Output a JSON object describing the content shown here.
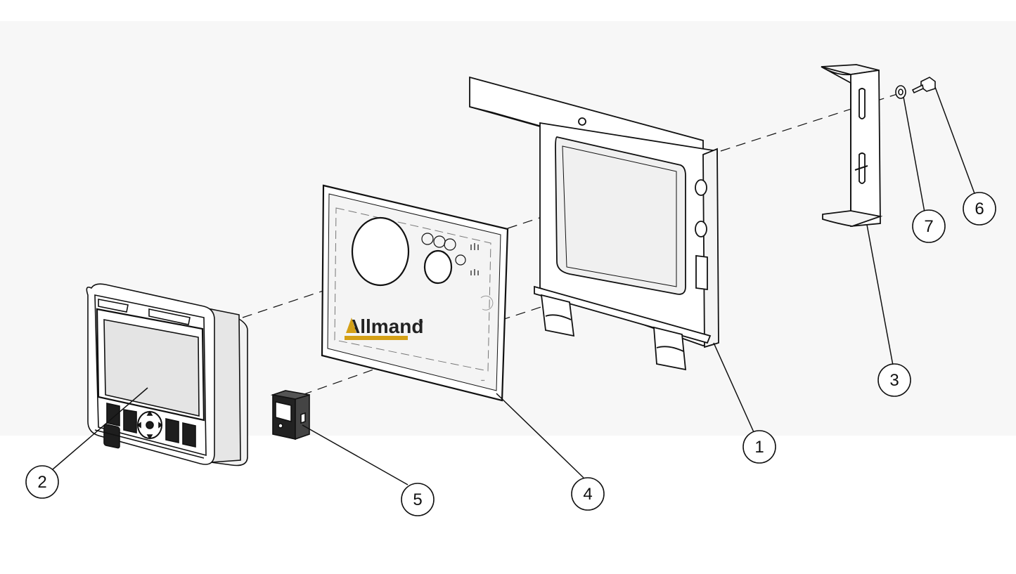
{
  "diagram": {
    "brand": {
      "label": "Allmand",
      "trademark": "™",
      "color_text": "#222222",
      "color_accent": "#d4a017"
    },
    "callouts": [
      "1",
      "2",
      "3",
      "4",
      "5",
      "6",
      "7"
    ],
    "colors": {
      "line": "#111111",
      "background_tint": "#f7f7f7"
    }
  }
}
